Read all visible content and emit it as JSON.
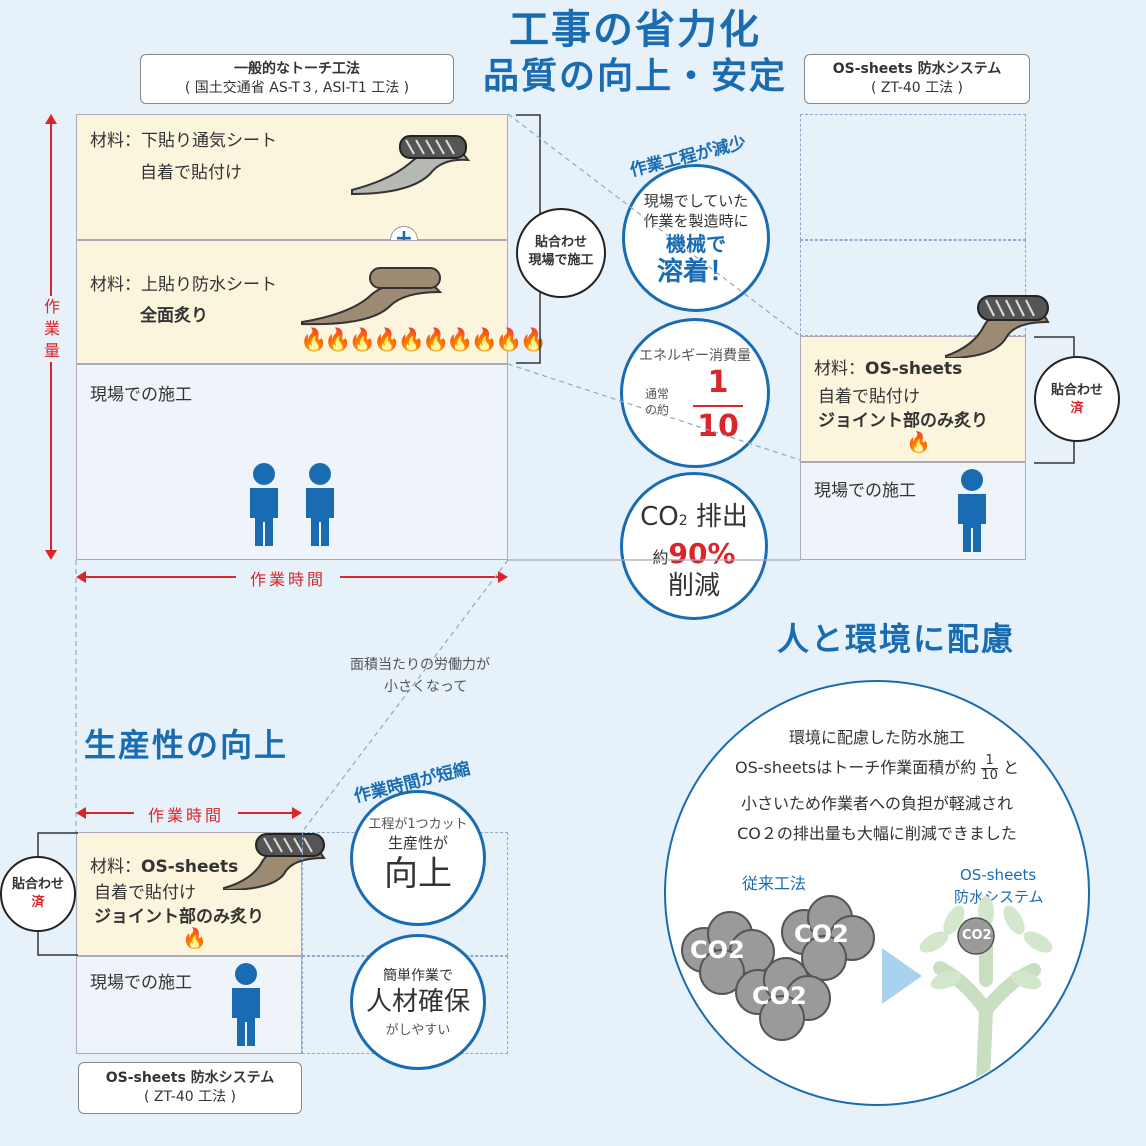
{
  "titles": {
    "main_line1": "工事の省力化",
    "main_line2": "品質の向上・安定",
    "productivity": "生産性の向上",
    "environment": "人と環境に配慮"
  },
  "conventional": {
    "box_title": "一般的なトーチ工法",
    "box_sub": "( 国土交通省 AS-T３, ASI-T1 工法 )",
    "row1_label": "材料：下貼り通気シート",
    "row1_method": "自着で貼付け",
    "plus": "+",
    "row2_label": "材料：上貼り防水シート",
    "row2_method": "全面炙り",
    "row3_label": "現場での施工",
    "work_amount": "作業量",
    "work_time": "作業時間",
    "badge_line1": "貼合わせ",
    "badge_line2": "現場で施工"
  },
  "os_system": {
    "box_title": "OS-sheets 防水システム",
    "box_sub": "( ZT-40 工法 )",
    "material_prefix": "材料：",
    "material_name": "OS-sheets",
    "method1": "自着で貼付け",
    "method2": "ジョイント部のみ炙り",
    "field": "現場での施工",
    "badge_line1": "貼合わせ",
    "badge_line2": "済"
  },
  "bubbles": {
    "process_reduce_arc": "作業工程が減少",
    "process_line1": "現場でしていた",
    "process_line2": "作業を製造時に",
    "process_line3": "機械で",
    "process_line4": "溶着！",
    "energy_title": "エネルギー消費量",
    "energy_pre1": "通常",
    "energy_pre2": "の約",
    "energy_num": "1",
    "energy_den": "10",
    "co2_line1": "CO",
    "co2_sub": "2",
    "co2_line1b": " 排出",
    "co2_pre": "約",
    "co2_pct": "90%",
    "co2_line3": "削減",
    "time_short_arc": "作業時間が短縮",
    "time_line1": "工程が1つカット",
    "time_line2": "生産性が",
    "time_line3": "向上",
    "hr_line1": "簡単作業で",
    "hr_line2": "人材確保",
    "hr_line3": "がしやすい"
  },
  "labor_note_line1": "面積当たりの労働力が",
  "labor_note_line2": "小さくなって",
  "env_circle": {
    "line1": "環境に配慮した防水施工",
    "line2_pre": "OS-sheetsはトーチ作業面積が約",
    "frac_num": "1",
    "frac_den": "10",
    "line2_post": "と",
    "line3": "小さいため作業者への負担が軽減され",
    "line4": "CO２の排出量も大幅に削減できました",
    "conv_label": "従来工法",
    "os_label1": "OS-sheets",
    "os_label2": "防水システム",
    "co2_a": "CO2",
    "co2_b": "CO2",
    "co2_c": "CO2",
    "co2_tree": "CO2"
  },
  "bottom": {
    "work_time": "作業時間",
    "material_prefix": "材料：",
    "material_name": "OS-sheets",
    "method1": "自着で貼付け",
    "method2": "ジョイント部のみ炙り",
    "field": "現場での施工",
    "badge_line1": "貼合わせ",
    "badge_line2": "済",
    "box_title": "OS-sheets 防水システム",
    "box_sub": "( ZT-40 工法 )"
  },
  "colors": {
    "accent_blue": "#1a6cb2",
    "red": "#d9262b",
    "yellow_panel": "#faf5dc",
    "background": "#e6f1f9"
  }
}
